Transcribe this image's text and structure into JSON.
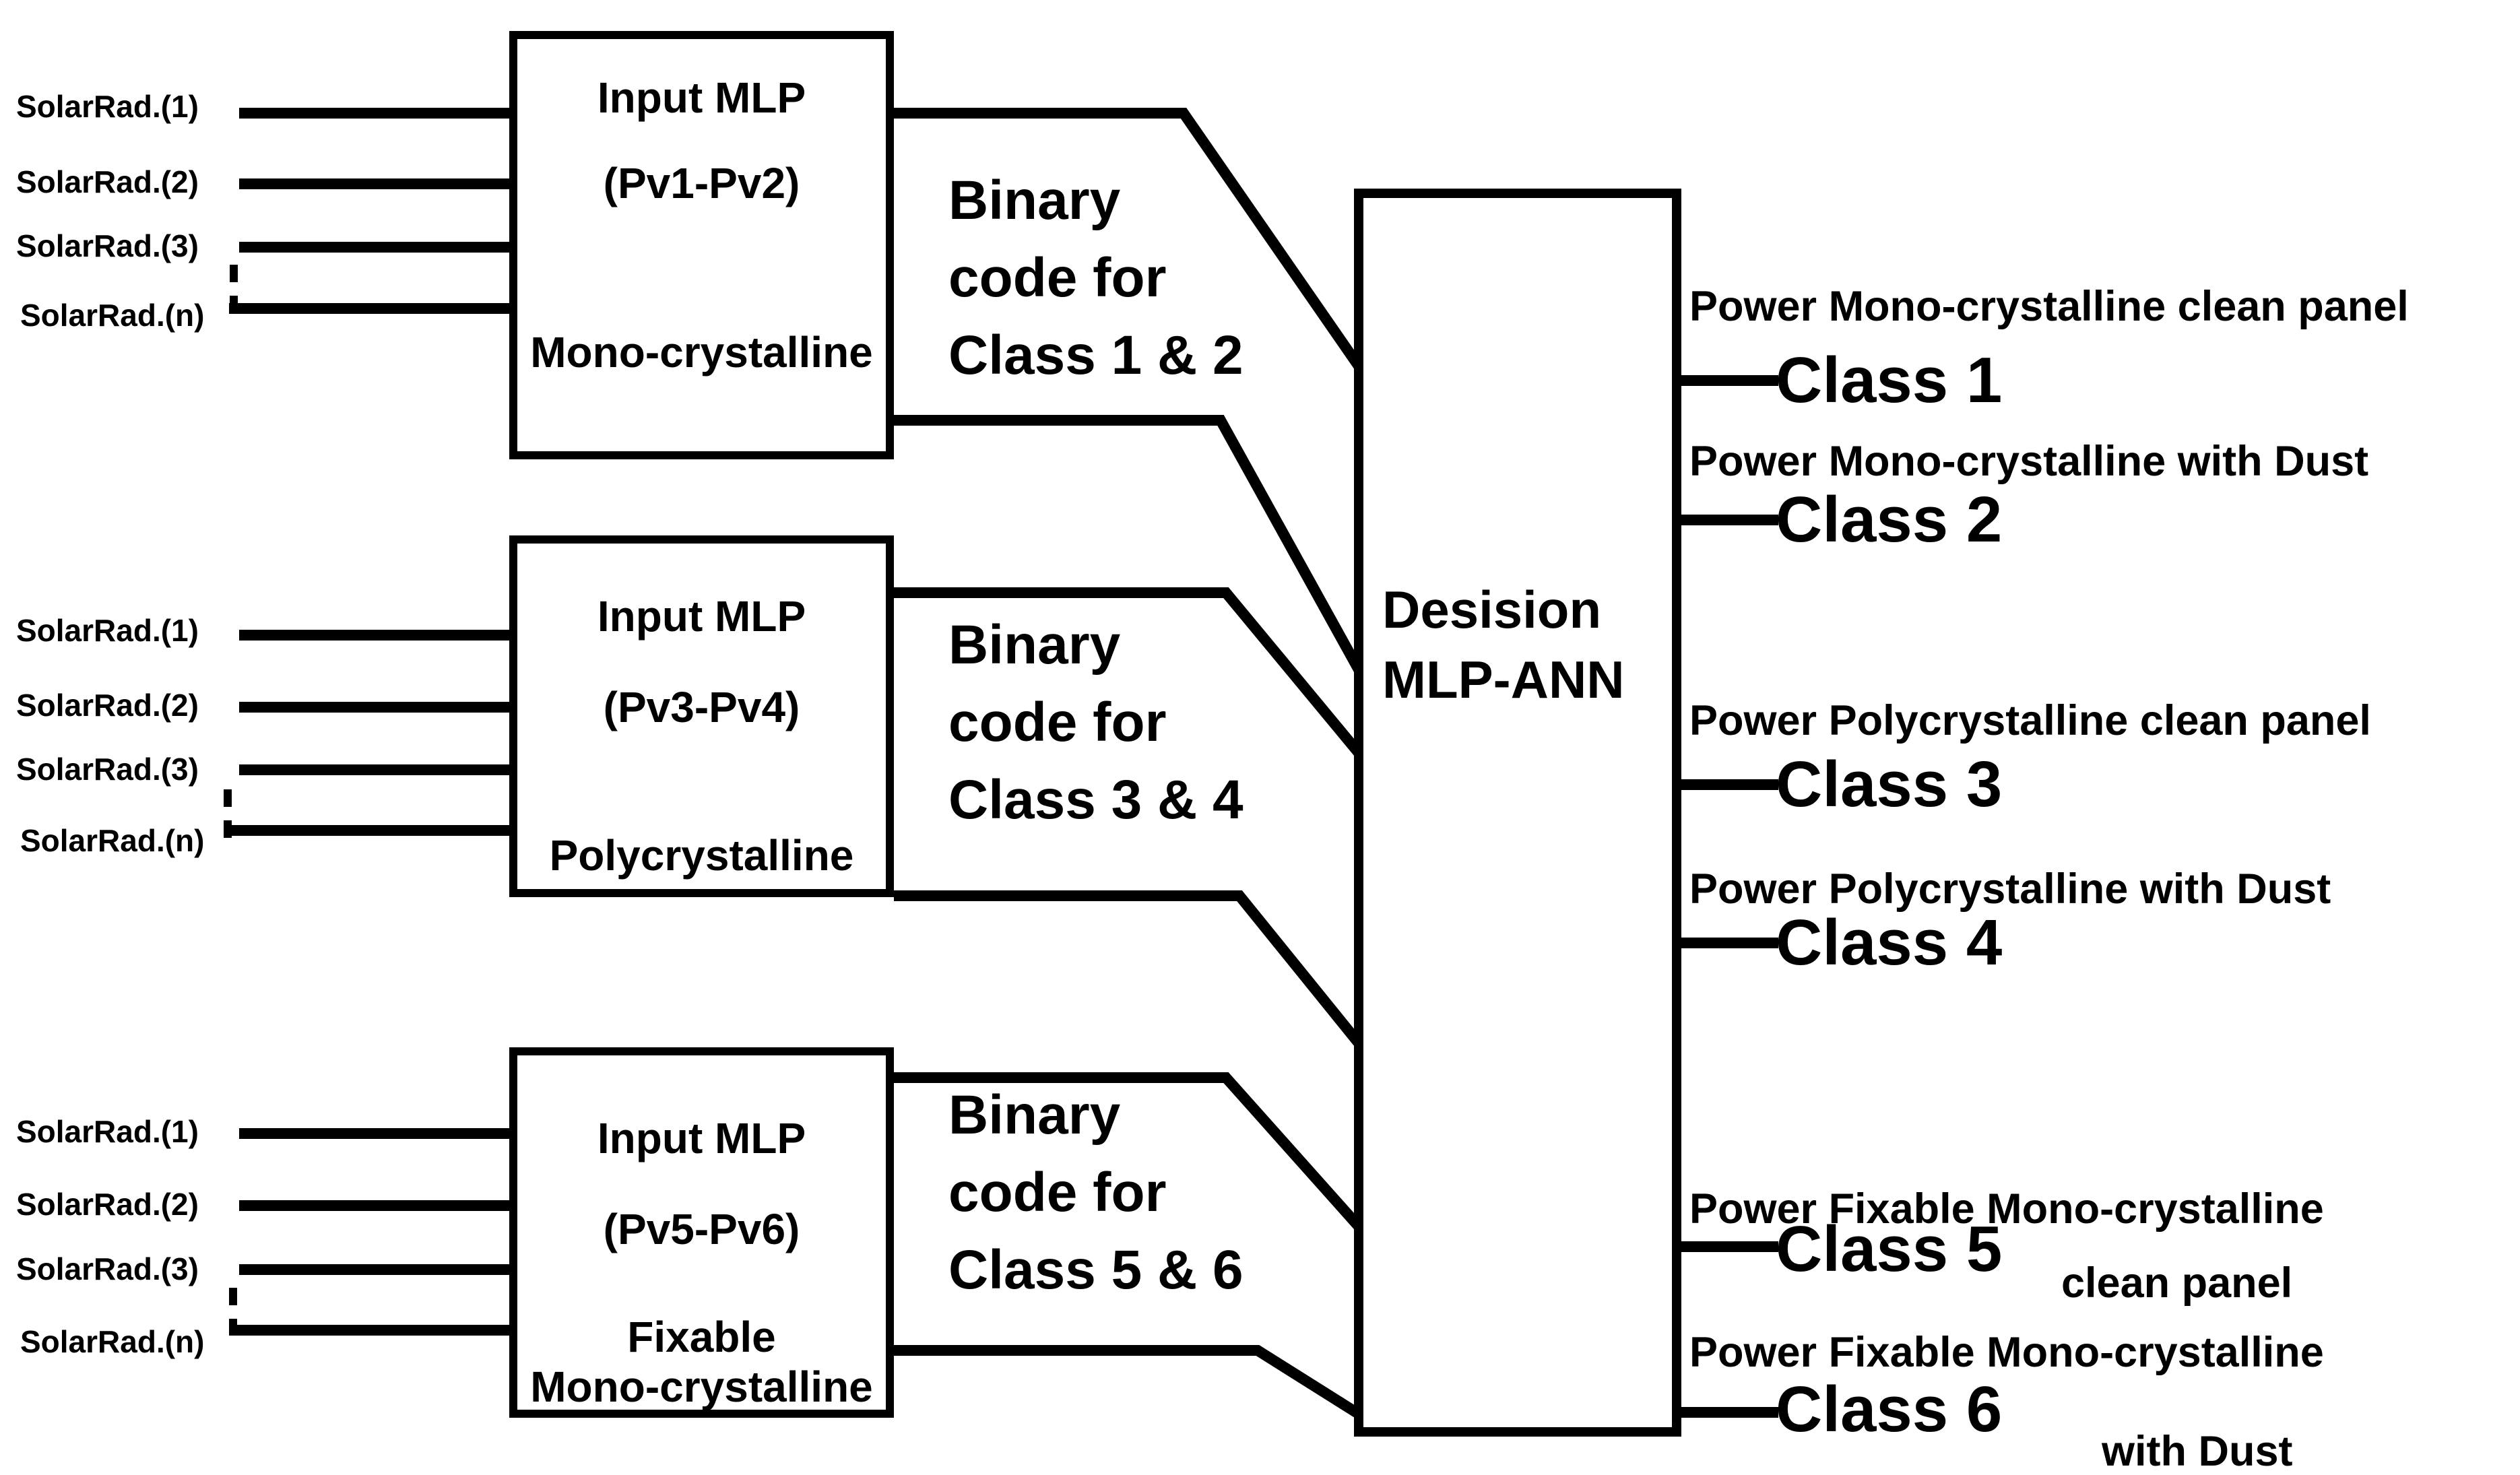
{
  "diagram": {
    "title_semantic": "MLP-ANN solar panel power classification diagram",
    "colors": {
      "ink": "#000000",
      "background": "#ffffff"
    },
    "input_groups": [
      {
        "signals": [
          "SolarRad.(1)",
          "SolarRad.(2)",
          "SolarRad.(3)",
          "SolarRad.(n)"
        ],
        "box_title_line1": "Input MLP",
        "box_title_line2": "(Pv1-Pv2)",
        "box_subtitle_line1": "Mono-crystalline",
        "box_subtitle_line2": "",
        "binary_label_line1": "Binary",
        "binary_label_line2": "code for",
        "binary_label_line3": "Class 1 & 2"
      },
      {
        "signals": [
          "SolarRad.(1)",
          "SolarRad.(2)",
          "SolarRad.(3)",
          "SolarRad.(n)"
        ],
        "box_title_line1": "Input MLP",
        "box_title_line2": "(Pv3-Pv4)",
        "box_subtitle_line1": "Polycrystalline",
        "box_subtitle_line2": "",
        "binary_label_line1": "Binary",
        "binary_label_line2": "code for",
        "binary_label_line3": "Class 3 & 4"
      },
      {
        "signals": [
          "SolarRad.(1)",
          "SolarRad.(2)",
          "SolarRad.(3)",
          "SolarRad.(n)"
        ],
        "box_title_line1": "Input MLP",
        "box_title_line2": "(Pv5-Pv6)",
        "box_subtitle_line1": "Fixable",
        "box_subtitle_line2": "Mono-crystalline",
        "binary_label_line1": "Binary",
        "binary_label_line2": "code for",
        "binary_label_line3": "Class 5 & 6"
      }
    ],
    "decision_box": {
      "line1": "Desision",
      "line2": "MLP-ANN"
    },
    "outputs": [
      {
        "description_line1": "Power Mono-crystalline clean panel",
        "description_line2": "",
        "class_label": "Class 1"
      },
      {
        "description_line1": "Power Mono-crystalline with Dust",
        "description_line2": "",
        "class_label": "Class 2"
      },
      {
        "description_line1": "Power Polycrystalline clean panel",
        "description_line2": "",
        "class_label": "Class 3"
      },
      {
        "description_line1": "Power Polycrystalline with Dust",
        "description_line2": "",
        "class_label": "Class 4"
      },
      {
        "description_line1": "Power Fixable Mono-crystalline",
        "description_line2": "clean panel",
        "class_label": "Class 5"
      },
      {
        "description_line1": "Power Fixable Mono-crystalline",
        "description_line2": "with Dust",
        "class_label": "Class 6"
      }
    ]
  }
}
